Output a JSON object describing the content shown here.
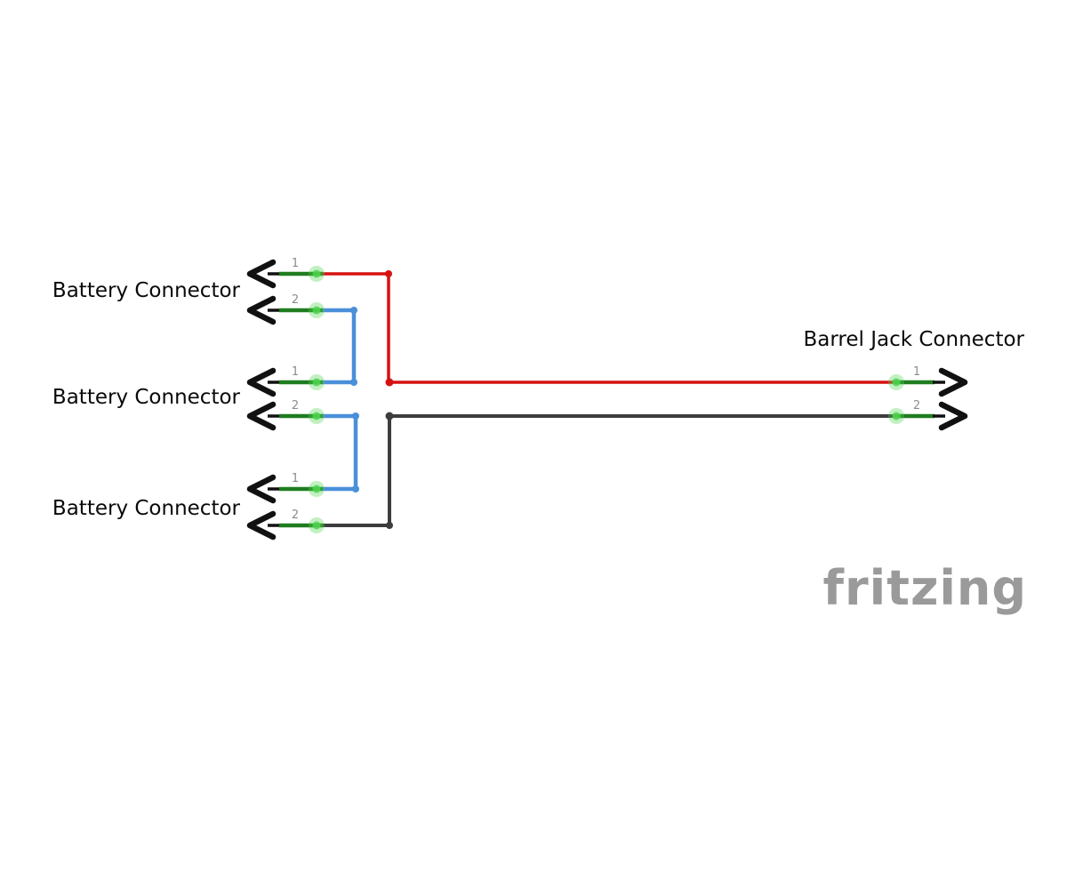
{
  "components": [
    {
      "id": "battery-connector-1",
      "label": "Battery Connector",
      "pins": [
        {
          "number": "1"
        },
        {
          "number": "2"
        }
      ]
    },
    {
      "id": "battery-connector-2",
      "label": "Battery Connector",
      "pins": [
        {
          "number": "1"
        },
        {
          "number": "2"
        }
      ]
    },
    {
      "id": "battery-connector-3",
      "label": "Battery Connector",
      "pins": [
        {
          "number": "1"
        },
        {
          "number": "2"
        }
      ]
    },
    {
      "id": "barrel-jack-connector",
      "label": "Barrel Jack Connector",
      "pins": [
        {
          "number": "1"
        },
        {
          "number": "2"
        }
      ]
    }
  ],
  "wires": [
    {
      "name": "positive-red",
      "color": "#d61111"
    },
    {
      "name": "blue-link-battery1-battery2",
      "color": "#4a8fd9"
    },
    {
      "name": "blue-link-battery2-battery3",
      "color": "#4a8fd9"
    },
    {
      "name": "negative-black",
      "color": "#3d3d3d"
    }
  ],
  "colors": {
    "pin_line": "#1f7d1f",
    "terminal_glow": "#4fd44f",
    "pin_number": "#8c8c8c",
    "arrow": "#111111",
    "label_text": "#0a0a0a",
    "logo": "#9a9a9a",
    "background": "#ffffff"
  },
  "watermark": {
    "text": "fritzing"
  }
}
